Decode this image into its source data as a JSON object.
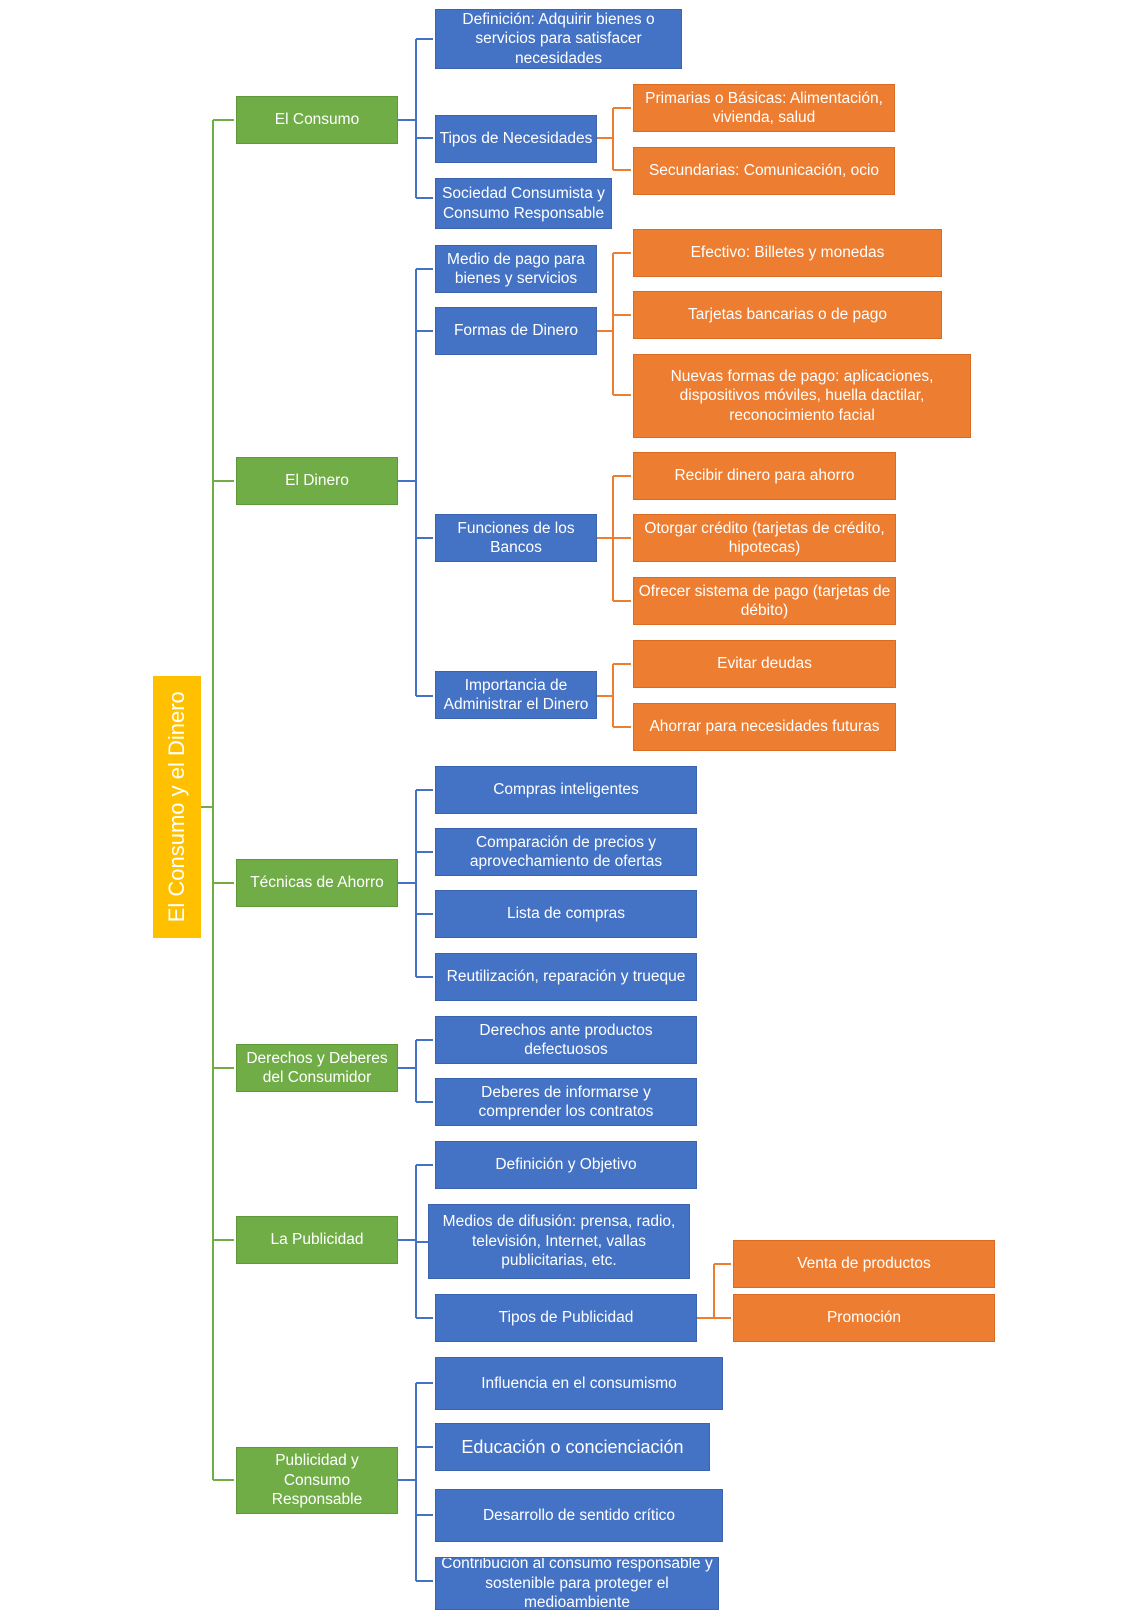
{
  "root": "El Consumo y el Dinero",
  "colors": {
    "root": "#FFC000",
    "level1": "#70AD47",
    "level2": "#4472C4",
    "level3": "#ED7D31"
  },
  "sections": {
    "consumo": {
      "label": "El Consumo",
      "definicion": "Definición: Adquirir bienes o servicios para satisfacer necesidades",
      "tipos": "Tipos de Necesidades",
      "tipos_items": [
        "Primarias o Básicas: Alimentación, vivienda, salud",
        "Secundarias: Comunicación, ocio"
      ],
      "sociedad": "Sociedad Consumista y Consumo Responsable"
    },
    "dinero": {
      "label": "El Dinero",
      "medio": "Medio de pago para bienes y servicios",
      "formas": "Formas de Dinero",
      "formas_items": [
        "Efectivo: Billetes  y monedas",
        "Tarjetas bancarias o de pago",
        "Nuevas formas de pago: aplicaciones, dispositivos móviles, huella dactilar, reconocimiento facial"
      ],
      "funciones": "Funciones de los Bancos",
      "funciones_items": [
        "Recibir dinero para ahorro",
        "Otorgar crédito (tarjetas de crédito, hipotecas)",
        "Ofrecer sistema de pago (tarjetas de débito)"
      ],
      "importancia": "Importancia de Administrar el Dinero",
      "importancia_items": [
        "Evitar deudas",
        "Ahorrar para necesidades futuras"
      ]
    },
    "ahorro": {
      "label": "Técnicas de Ahorro",
      "items": [
        "Compras inteligentes",
        "Comparación de precios y aprovechamiento de ofertas",
        "Lista de compras",
        "Reutilización, reparación y trueque"
      ]
    },
    "derechos": {
      "label": "Derechos y Deberes del Consumidor",
      "items": [
        "Derechos ante productos defectuosos",
        "Deberes de informarse y comprender los contratos"
      ]
    },
    "publicidad": {
      "label": "La Publicidad",
      "definicion": "Definición y Objetivo",
      "medios": "Medios de difusión: prensa, radio, televisión, Internet, vallas publicitarias, etc.",
      "tipos": "Tipos de Publicidad",
      "tipos_items": [
        "Venta de productos",
        "Promoción"
      ]
    },
    "responsable": {
      "label": "Publicidad y Consumo Responsable",
      "items": [
        "Influencia en el consumismo",
        "Educación o concienciación",
        "Desarrollo de sentido crítico",
        "Contribución al consumo responsable y sostenible para proteger el medioambiente"
      ]
    }
  }
}
